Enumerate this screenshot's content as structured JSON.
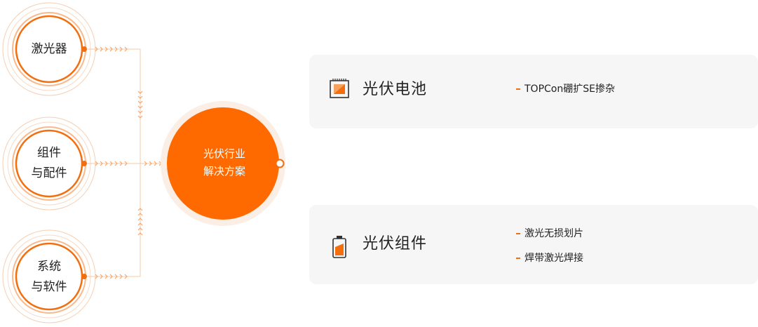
{
  "colors": {
    "accent": "#f26e0e",
    "hub_fill": "#ff6a00",
    "card_bg": "#f6f6f7"
  },
  "source_nodes": [
    {
      "id": "laser",
      "lines": [
        "激光器"
      ]
    },
    {
      "id": "components",
      "lines": [
        "组件",
        "与配件"
      ]
    },
    {
      "id": "systems",
      "lines": [
        "系统",
        "与软件"
      ]
    }
  ],
  "hub": {
    "lines": [
      "光伏行业",
      "解决方案"
    ]
  },
  "solutions": [
    {
      "icon": "solar-cell-icon",
      "title": "光伏电池",
      "items": [
        "TOPCon硼扩SE掺杂"
      ]
    },
    {
      "icon": "battery-module-icon",
      "title": "光伏组件",
      "items": [
        "激光无损划片",
        "焊带激光焊接"
      ]
    }
  ]
}
